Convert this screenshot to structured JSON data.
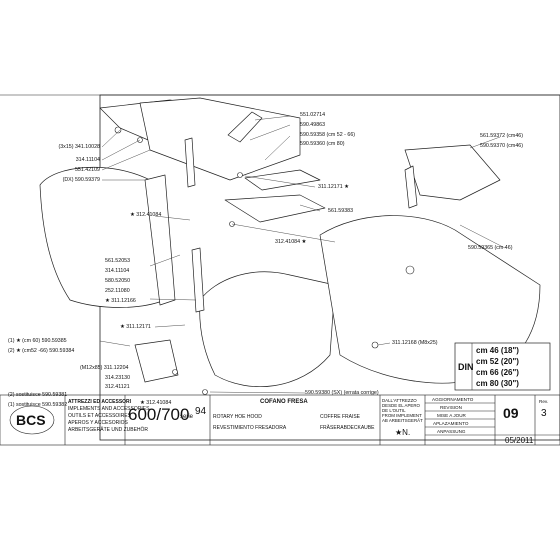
{
  "labels_left": {
    "l1": "(3x15) 341.10028",
    "l2": "314.11104",
    "l3": "551.42109",
    "l4": "(DX) 590.59379",
    "l5": "★ 312.41084",
    "l6": "561.52053",
    "l7": "314.11104",
    "l8": "580.52050",
    "l9": "252.11080",
    "l10": "★ 311.12166",
    "l11": "★ 311.12171",
    "l12": "(1) ★ (cm 60) 590.59385",
    "l13": "(2) ★ (cm52 -66) 590.59384",
    "l14": "(M12x85) 311.12204",
    "l15": "314.23130",
    "l16": "312.41121",
    "l17": "★ 312.41084",
    "l18": "(2) sostituisce 590.59381",
    "l19": "(1) sostituisce 590.59382"
  },
  "labels_right": {
    "r1": "551.02714",
    "r2": "590.49863",
    "r3": "590.59358 (cm 52 - 66)",
    "r4": "590.59360 (cm 80)",
    "r5": "311.12171 ★",
    "r6": "561.59383",
    "r7": "312.41084 ★",
    "r8": "561.59372 (cm46)",
    "r9": "590.59370 (cm46)",
    "r10": "590.59365 (cm 46)",
    "r11": "311.12168 (M8x25)",
    "r12": "590.59380 (SX) (errata corrige)"
  },
  "din": {
    "label": "DIN",
    "sizes": [
      "cm 46 (18\")",
      "cm 52 (20\")",
      "cm 66 (26\")",
      "cm 80 (30\")"
    ]
  },
  "title_block": {
    "logo": "BCS",
    "accessories": [
      "ATTREZZI ED ACCESSORI",
      "IMPLEMENTS AND ACCESSORIES",
      "OUTILS ET ACCESSOIRES",
      "APEROS Y ACCESORIOS",
      "ARBEITSGERÄTE UND ZUBEHÖR"
    ],
    "model": "600/700",
    "serie_label": "serie",
    "serie_num": "94",
    "title_it": "COFANO FRESA",
    "title_en": "ROTARY HOE HOOD",
    "title_fr": "COFFRE FRAISE",
    "title_es": "REVESTIMIENTO FRESADORA",
    "title_de": "FRÄSERABDECKAUBE",
    "from_lines": [
      "DALL'ATTREZZO",
      "DESDE EL APERO",
      "DE L'OUTIL",
      "FROM IMPLEMENT",
      "AB ARBEITSGERÄT"
    ],
    "star_n": "★N.",
    "update_labels": [
      "AGGIORNAMENTO",
      "REVISION",
      "MISE A JOUR",
      "APLAZAMIENTO",
      "ANPASSUNG"
    ],
    "table_num": "09",
    "rev_label": "Rev.",
    "rev": "3",
    "date": "05/2011"
  }
}
